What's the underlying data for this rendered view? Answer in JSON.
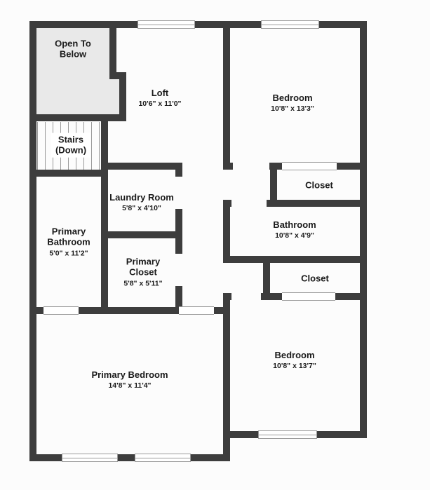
{
  "palette": {
    "background": "#fcfcfc",
    "wall": "#3d3d3d",
    "open_area": "#e9e9e9",
    "window_line": "#9a9a9a",
    "text": "#1a1a1a"
  },
  "rooms": [
    {
      "id": "open-to-below",
      "name": "Open To\nBelow",
      "dims": ""
    },
    {
      "id": "loft",
      "name": "Loft",
      "dims": "10'6\" x 11'0\""
    },
    {
      "id": "bedroom-top",
      "name": "Bedroom",
      "dims": "10'8\" x 13'3\""
    },
    {
      "id": "stairs",
      "name": "Stairs\n(Down)",
      "dims": ""
    },
    {
      "id": "laundry-room",
      "name": "Laundry Room",
      "dims": "5'8\" x 4'10\""
    },
    {
      "id": "closet-top",
      "name": "Closet",
      "dims": ""
    },
    {
      "id": "primary-bathroom",
      "name": "Primary\nBathroom",
      "dims": "5'0\" x 11'2\""
    },
    {
      "id": "bathroom",
      "name": "Bathroom",
      "dims": "10'8\" x 4'9\""
    },
    {
      "id": "primary-closet",
      "name": "Primary\nCloset",
      "dims": "5'8\" x 5'11\""
    },
    {
      "id": "closet-bottom",
      "name": "Closet",
      "dims": ""
    },
    {
      "id": "bedroom-bottom",
      "name": "Bedroom",
      "dims": "10'8\" x 13'7\""
    },
    {
      "id": "primary-bedroom",
      "name": "Primary Bedroom",
      "dims": "14'8\" x 11'4\""
    }
  ]
}
